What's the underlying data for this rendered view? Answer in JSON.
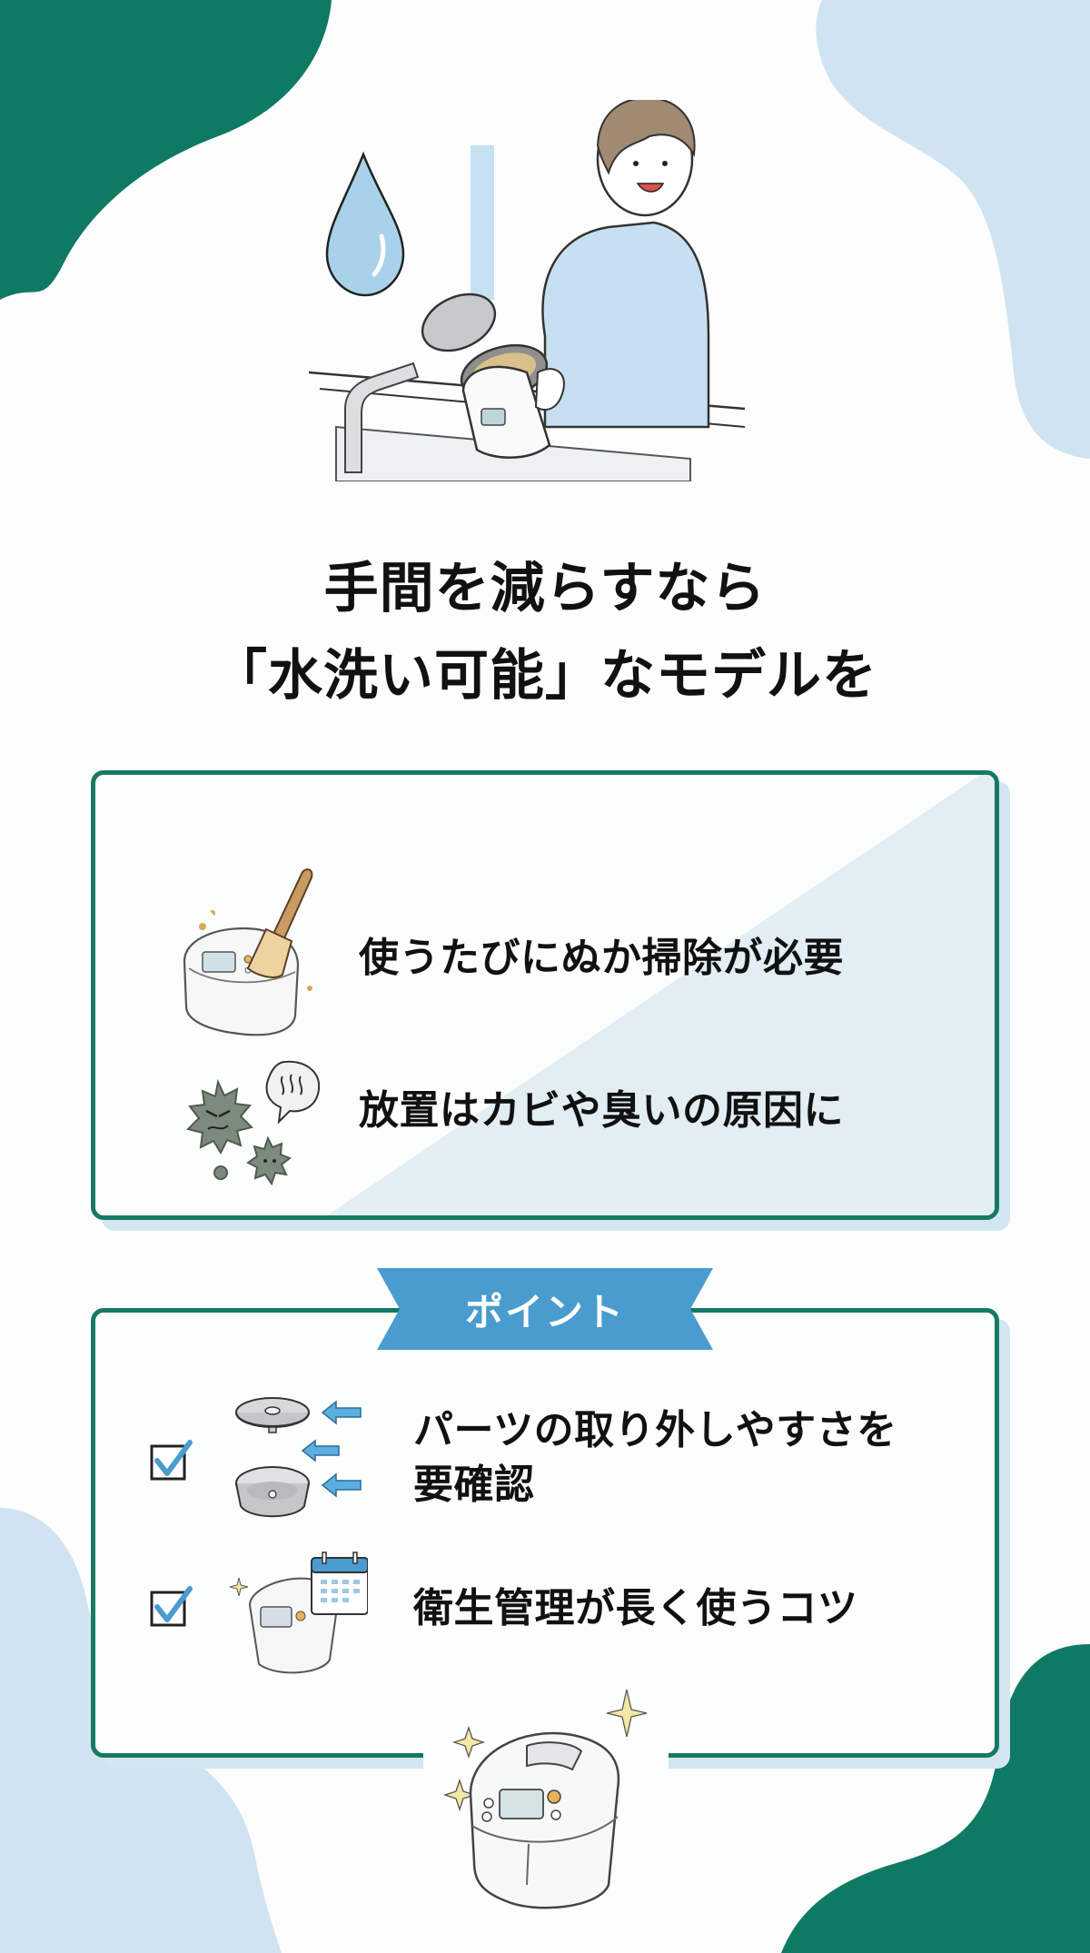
{
  "headline": {
    "line1": "手間を減らすなら",
    "line2": "「水洗い可能」なモデルを"
  },
  "problems_card": {
    "items": [
      {
        "icon": "rice-cooker-brush-icon",
        "text": "使うたびにぬか掃除が必要"
      },
      {
        "icon": "mold-germs-icon",
        "text": "放置はカビや臭いの原因に"
      }
    ]
  },
  "points_card": {
    "badge": "ポイント",
    "items": [
      {
        "checked": true,
        "icon": "removable-parts-icon",
        "text_line1": "パーツの取り外しやすさを",
        "text_line2": "要確認"
      },
      {
        "checked": true,
        "icon": "rice-cooker-calendar-icon",
        "text": "衛生管理が長く使うコツ"
      }
    ]
  },
  "colors": {
    "green": "#167a63",
    "light_blue": "#d3e4f0",
    "ribbon_blue": "#4a9ccf",
    "check_blue": "#4a9ccf",
    "shadow_blue": "#d3e6f1"
  }
}
